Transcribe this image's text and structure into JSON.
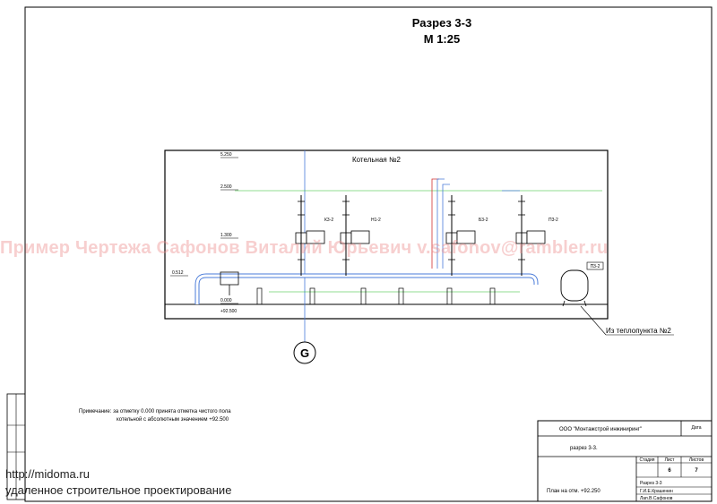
{
  "drawing": {
    "title": "Разрез 3-3",
    "scale": "М 1:25",
    "room_label": "Котельная №2",
    "axis_label": "G",
    "from_heat_point": "Из теплопункта №2",
    "levels": [
      "5.250",
      "2.500",
      "1.300",
      "0.512",
      "0.000",
      "+92.500"
    ],
    "tank_label": "П3-2",
    "equipment_labels": [
      "К3-2",
      "Н1-2",
      "Б3-2",
      "П3-2"
    ],
    "note_line1": "Примечание: за отметку 0.000 принята отметка чистого пола",
    "note_line2": "котельной с абсолютным значением +92.500",
    "watermark": "Пример Чертежа Сафонов Виталий Юрьевич v.safonov@rambler.ru"
  },
  "title_block": {
    "company": "ООО \"Монтажстрой инжиниринг\"",
    "date_label": "Дата",
    "sheet_name": "разрез 3-3.",
    "stage_label": "Стадия",
    "sheet_label": "Лист",
    "sheets_label": "Листов",
    "stage_value": "",
    "sheet_value": "6",
    "sheets_value": "7",
    "plan_text": "План на отм. +92.250",
    "small_title": "Разрез 3-3",
    "author1": "Г.И.Е.Крашенин",
    "author2": "Лап.В.Сафонов"
  },
  "site": {
    "url": "http://midoma.ru",
    "description": "удаленное строительное проектирование"
  }
}
